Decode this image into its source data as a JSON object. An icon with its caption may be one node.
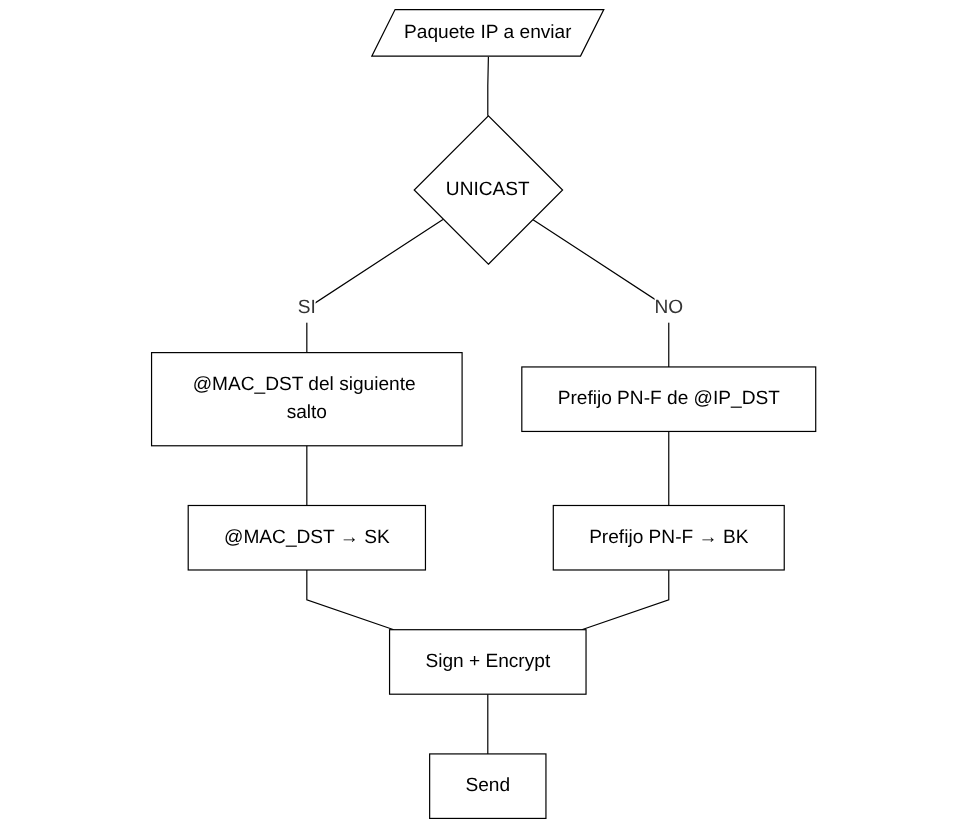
{
  "diagram": {
    "nodes": [
      {
        "text": [
          "Paquete IP a enviar"
        ]
      },
      {
        "text": [
          "UNICAST"
        ]
      },
      {
        "text": [
          "@MAC_DST del siguiente salto"
        ]
      },
      {
        "text": [
          "Prefijo PN-F de @IP_DST"
        ]
      },
      {
        "text": [
          "@MAC_DST → SK"
        ]
      },
      {
        "text": [
          "Prefijo PN-F → BK"
        ]
      },
      {
        "text": [
          "Sign + Encrypt"
        ]
      },
      {
        "text": [
          "Send"
        ]
      }
    ],
    "edges": [
      {
        "from": 0,
        "to": 1,
        "arrow": "none"
      },
      {
        "from": 1,
        "to": 2,
        "label": "SI",
        "arrow": "none"
      },
      {
        "from": 1,
        "to": 3,
        "label": "NO",
        "arrow": "none"
      },
      {
        "from": 2,
        "to": 4,
        "arrow": "none"
      },
      {
        "from": 3,
        "to": 5,
        "arrow": "none"
      },
      {
        "from": 4,
        "to": 6,
        "arrow": "none"
      },
      {
        "from": 5,
        "to": 6,
        "arrow": "none"
      },
      {
        "from": 6,
        "to": 7,
        "arrow": "none"
      }
    ]
  }
}
